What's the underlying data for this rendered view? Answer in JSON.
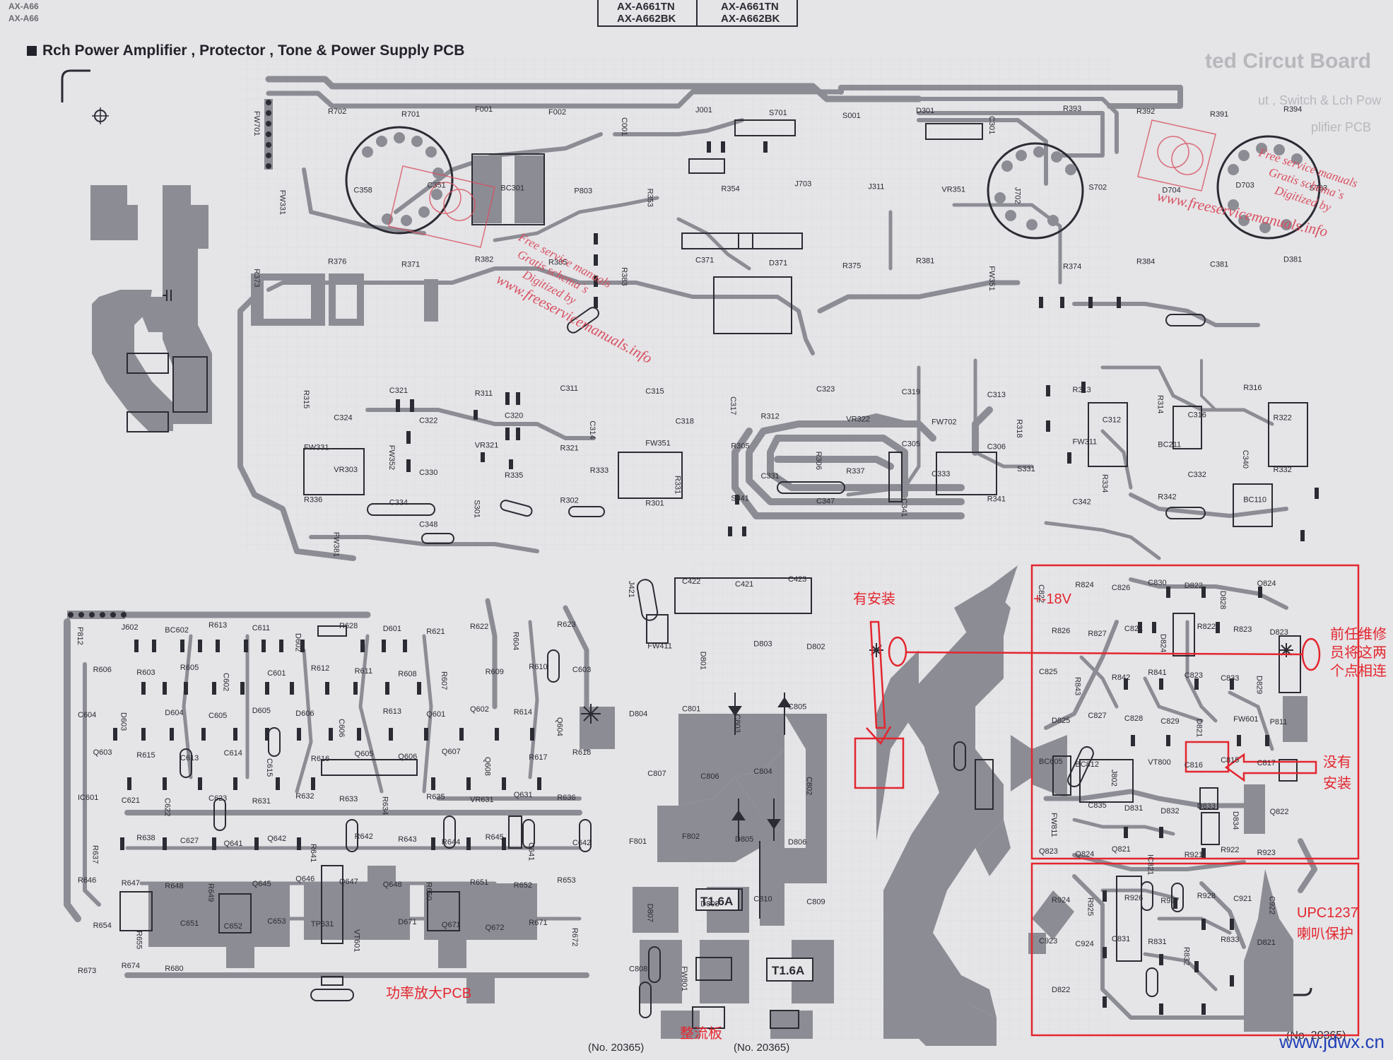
{
  "header": {
    "model_left": [
      "AX-A661TN",
      "AX-A662BK"
    ],
    "model_right": [
      "AX-A661TN",
      "AX-A662BK"
    ],
    "corner": [
      "AX-A66",
      "AX-A66"
    ],
    "title": "Rch Power Amplifier , Protector , Tone & Power Supply PCB",
    "right_title": "ted Circut Board",
    "right_sub1": "ut , Switch & Lch Pow",
    "right_sub2": "plifier PCB"
  },
  "watermark": {
    "line1": "Free service manuals",
    "line2": "Gratis schema`s",
    "line3": "Digitized by",
    "url": "www.freeservicemanuals.info"
  },
  "annotations": {
    "installed": "有安装",
    "voltage": "+-18V",
    "connected": [
      "前任维修",
      "员将这两",
      "个点相连"
    ],
    "not_installed": [
      "没有",
      "安装"
    ],
    "protector": [
      "UPC1237",
      "喇叭保护"
    ],
    "amp_pcb": "功率放大PCB",
    "rectifier": "整流板"
  },
  "footer": {
    "doc_left": "(No. 20365)",
    "doc_right": "(No. 20365)",
    "doc_edge": "(No. 20365)",
    "site": "www.jdwx.cn"
  },
  "fuses": {
    "f801": "T1.6A",
    "f802": "T1.6A"
  },
  "colors": {
    "board": "#e5e4e7",
    "trace": "#8c8c94",
    "ink": "#2b2b33",
    "annotation": "#e3262e",
    "watermark": "#d85060",
    "site": "#1f3fb5"
  },
  "labels": {
    "top": [
      "FW701",
      "R702",
      "R701",
      "F001",
      "F002",
      "C001",
      "J001",
      "S701",
      "S001",
      "D301",
      "C301",
      "R393",
      "R392",
      "R391",
      "R394",
      "FW331",
      "C358",
      "C351",
      "BC301",
      "P803",
      "R353",
      "R354",
      "J703",
      "J311",
      "VR351",
      "J702",
      "S702",
      "D704",
      "D703",
      "S703",
      "R373",
      "R376",
      "R371",
      "R382",
      "R385",
      "R383",
      "C371",
      "D371",
      "R375",
      "R381",
      "FW351",
      "R374",
      "R384",
      "C381",
      "D381"
    ],
    "mid": [
      "R315",
      "C321",
      "R311",
      "C311",
      "C315",
      "C317",
      "C323",
      "C319",
      "C313",
      "R313",
      "R314",
      "R316",
      "C324",
      "C322",
      "C320",
      "C314",
      "C318",
      "R312",
      "VR322",
      "FW702",
      "R318",
      "C312",
      "C316",
      "R322",
      "FW331",
      "FW352",
      "VR321",
      "R321",
      "FW351",
      "R305",
      "R306",
      "C305",
      "C306",
      "FW311",
      "BC211",
      "C340",
      "VR303",
      "C330",
      "R335",
      "R333",
      "R331",
      "C331",
      "R337",
      "C333",
      "S331",
      "R334",
      "C332",
      "R332",
      "R336",
      "C334",
      "S301",
      "R302",
      "R301",
      "S341",
      "C347",
      "C341",
      "R341",
      "C342",
      "R342",
      "BC110",
      "FW381",
      "C348"
    ],
    "amp": [
      "P812",
      "J602",
      "BC602",
      "R613",
      "C611",
      "D602",
      "R628",
      "D601",
      "R621",
      "R622",
      "R604",
      "R623",
      "R606",
      "R603",
      "R605",
      "C602",
      "C601",
      "R612",
      "R611",
      "R608",
      "R607",
      "R609",
      "R610",
      "C603",
      "C604",
      "D603",
      "D604",
      "C605",
      "D605",
      "D606",
      "C606",
      "R613",
      "Q601",
      "Q602",
      "R614",
      "Q604",
      "Q603",
      "R615",
      "C613",
      "C614",
      "C615",
      "R616",
      "Q605",
      "Q606",
      "Q607",
      "Q608",
      "R617",
      "R618",
      "IC601",
      "C621",
      "C622",
      "C623",
      "R631",
      "R632",
      "R633",
      "R634",
      "R635",
      "VR631",
      "Q631",
      "R636",
      "R637",
      "R638",
      "C627",
      "Q641",
      "Q642",
      "R641",
      "R642",
      "R643",
      "R644",
      "R645",
      "C641",
      "C642",
      "R646",
      "R647",
      "R648",
      "R649",
      "Q645",
      "Q646",
      "Q647",
      "Q648",
      "R650",
      "R651",
      "R652",
      "R653",
      "R654",
      "R655",
      "C651",
      "C652",
      "C653",
      "TP631",
      "VT601",
      "D671",
      "Q671",
      "Q672",
      "R671",
      "R672",
      "R673",
      "R674",
      "R680"
    ],
    "psu": [
      "J421",
      "C422",
      "C421",
      "C423",
      "FW411",
      "D801",
      "D803",
      "D802",
      "D804",
      "C801",
      "C803",
      "C805",
      "C807",
      "C806",
      "C804",
      "C802",
      "F801",
      "F802",
      "D805",
      "D806",
      "D807",
      "D808",
      "C810",
      "C809",
      "C808",
      "FW801"
    ],
    "prot": [
      "C822",
      "R824",
      "C826",
      "C830",
      "D822",
      "D828",
      "Q824",
      "R826",
      "R827",
      "C821",
      "D824",
      "R822",
      "R823",
      "D823",
      "C825",
      "R843",
      "R842",
      "R841",
      "C823",
      "C833",
      "D829",
      "D825",
      "C827",
      "C828",
      "C829",
      "D821",
      "FW601",
      "P811",
      "BC605",
      "BC812",
      "J802",
      "VT800",
      "C816",
      "C815",
      "C817",
      "FW811",
      "C835",
      "D831",
      "D832",
      "D833",
      "D834",
      "Q822",
      "Q823",
      "Q824",
      "Q821",
      "IC821",
      "R921",
      "R922",
      "R923",
      "R924",
      "R925",
      "R926",
      "R927",
      "R928",
      "C921",
      "C922",
      "C923",
      "C924",
      "C831",
      "R831",
      "R832",
      "R833",
      "D821",
      "D822"
    ]
  }
}
